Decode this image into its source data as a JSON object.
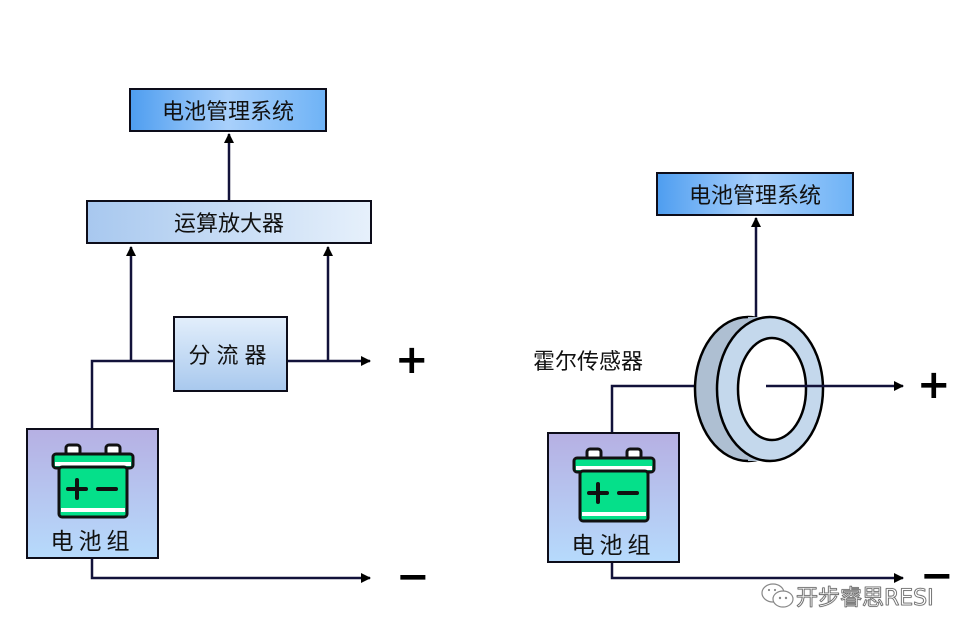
{
  "left_diagram": {
    "bms_label": "电池管理系统",
    "opamp_label": "运算放大器",
    "shunt_label": "分流器",
    "pack_label": "电池组",
    "battery_icon": "car-battery-icon",
    "battery_terminals": "+ −",
    "positive_terminal": "+",
    "negative_terminal": "−"
  },
  "right_diagram": {
    "bms_label": "电池管理系统",
    "sensor_label": "霍尔传感器",
    "pack_label": "电池组",
    "battery_icon": "car-battery-icon",
    "battery_terminals": "+ −",
    "positive_terminal": "+",
    "negative_terminal": "−"
  },
  "watermark": {
    "icon": "wechat-icon",
    "text": "开步睿思RESI"
  },
  "colors": {
    "line": "#12123a",
    "bms_fill": "#6fb3f6",
    "opamp_fill": "#c8dcf5",
    "pack_fill": "#b6c4ef",
    "battery_green": "#05e08a",
    "ring_fill": "#c4d8ec",
    "ring_side": "#aebfd2"
  }
}
